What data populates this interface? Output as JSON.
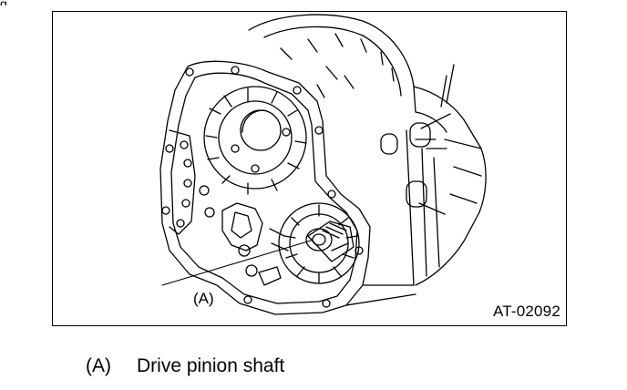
{
  "figure": {
    "callout_label": "(A)",
    "figure_code": "AT-02092",
    "top_mark": "g"
  },
  "legend": {
    "items": [
      {
        "key": "(A)",
        "text": "Drive pinion shaft"
      }
    ]
  },
  "colors": {
    "line": "#000000",
    "background": "#ffffff"
  }
}
